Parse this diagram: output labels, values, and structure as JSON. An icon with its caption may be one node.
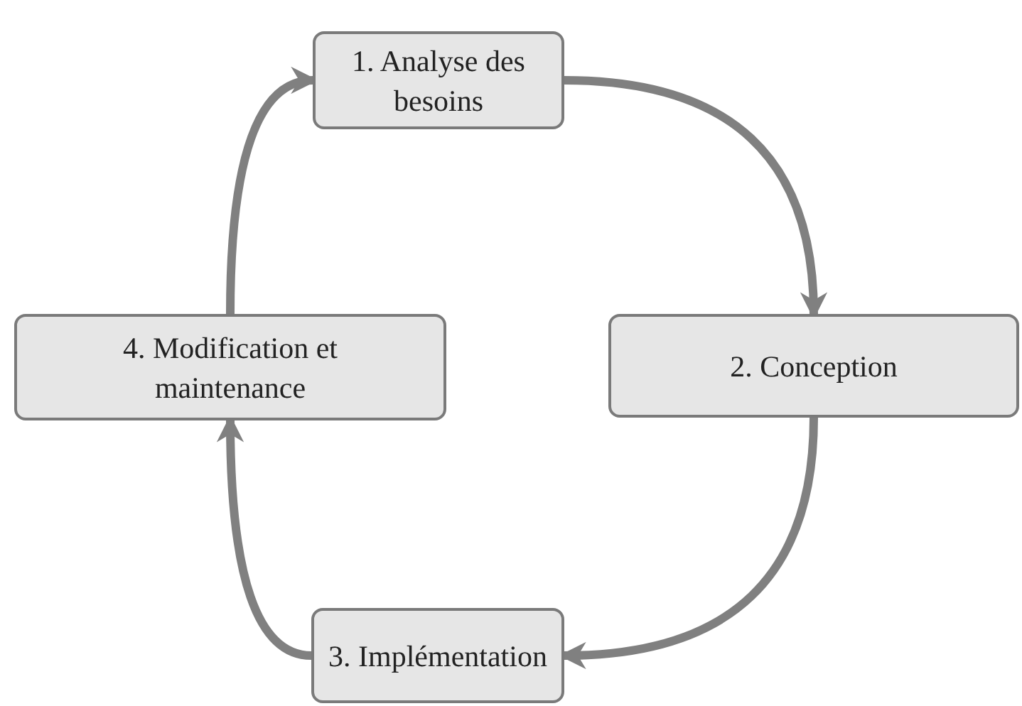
{
  "diagram": {
    "nodes": [
      {
        "text": [
          "1. Analyse des besoins"
        ]
      },
      {
        "text": [
          "2. Conception"
        ]
      },
      {
        "text": [
          "3. Implémentation"
        ]
      },
      {
        "text": [
          "4. Modification et maintenance"
        ]
      }
    ],
    "edges": [
      {
        "from": 0,
        "to": 1,
        "arrow": "to"
      },
      {
        "from": 1,
        "to": 2,
        "arrow": "to"
      },
      {
        "from": 2,
        "to": 3,
        "arrow": "to"
      },
      {
        "from": 3,
        "to": 0,
        "arrow": "to"
      }
    ]
  }
}
